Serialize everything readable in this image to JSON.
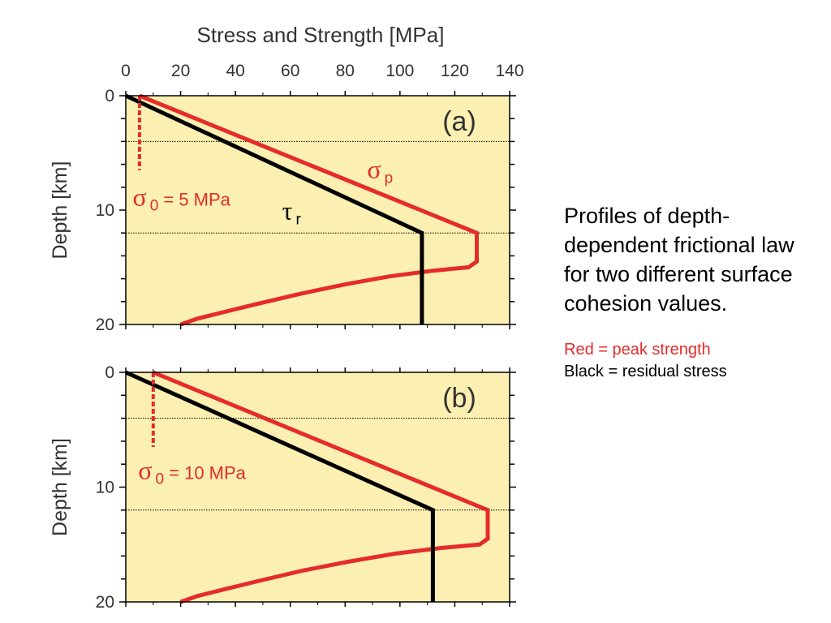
{
  "chart_data": [
    {
      "type": "line",
      "panel_label": "(a)",
      "xlabel": "Stress and Strength [MPa]",
      "ylabel": "Depth [km]",
      "xlim": [
        0,
        140
      ],
      "ylim": [
        0,
        20
      ],
      "y_inverted": true,
      "x_ticks": [
        0,
        20,
        40,
        60,
        80,
        100,
        120,
        140
      ],
      "y_ticks": [
        0,
        10,
        20
      ],
      "dotted_gridlines_depth": [
        4,
        12
      ],
      "background_color": "#fbf0b2",
      "series": [
        {
          "name": "σ p",
          "color": "#e52b2b",
          "x": [
            5,
            128,
            128,
            125,
            112,
            96,
            80,
            64,
            48,
            36,
            26,
            20
          ],
          "y": [
            0,
            12,
            14.5,
            15,
            15.3,
            15.8,
            16.5,
            17.3,
            18.2,
            18.9,
            19.5,
            20
          ]
        },
        {
          "name": "τ r",
          "color": "#000000",
          "x": [
            0,
            108,
            108
          ],
          "y": [
            0,
            12,
            20
          ]
        },
        {
          "name": "σ 0 = 5 MPa",
          "color": "#e52b2b",
          "dashed": true,
          "x": [
            5,
            5
          ],
          "y": [
            0,
            6.5
          ]
        }
      ],
      "annotations": {
        "sigma_p": {
          "symbol": "σ",
          "sub": "p",
          "x": 88,
          "y": 7.2
        },
        "tau_r": {
          "symbol": "τ",
          "sub": "r",
          "x": 57,
          "y": 10.8
        },
        "sigma_0": {
          "symbol": "σ",
          "sub": "0",
          "text": " = 5 MPa",
          "x": 2.5,
          "y": 9.6
        }
      }
    },
    {
      "type": "line",
      "panel_label": "(b)",
      "xlabel": "",
      "ylabel": "Depth [km]",
      "xlim": [
        0,
        140
      ],
      "ylim": [
        0,
        20
      ],
      "y_inverted": true,
      "x_ticks": [
        0,
        20,
        40,
        60,
        80,
        100,
        120,
        140
      ],
      "y_ticks": [
        0,
        10,
        20
      ],
      "dotted_gridlines_depth": [
        4,
        12
      ],
      "background_color": "#fbf0b2",
      "series": [
        {
          "name": "",
          "color": "#e52b2b",
          "x": [
            10,
            132,
            132,
            129,
            115,
            98,
            81,
            64,
            48,
            36,
            26,
            20
          ],
          "y": [
            0,
            12,
            14.5,
            15,
            15.3,
            15.8,
            16.5,
            17.3,
            18.2,
            18.9,
            19.5,
            20
          ]
        },
        {
          "name": "",
          "color": "#000000",
          "x": [
            0,
            112,
            112
          ],
          "y": [
            0,
            12,
            20
          ]
        },
        {
          "name": "σ 0 = 10 MPa",
          "color": "#e52b2b",
          "dashed": true,
          "x": [
            10,
            10
          ],
          "y": [
            0,
            6.5
          ]
        }
      ],
      "annotations": {
        "sigma_0": {
          "symbol": "σ",
          "sub": "0",
          "text": " = 10 MPa",
          "x": 4.5,
          "y": 9.3
        }
      }
    }
  ],
  "caption": {
    "main": "Profiles of depth-dependent frictional law for two different surface cohesion values.",
    "legend_red": "Red = peak strength",
    "legend_black": "Black = residual stress"
  },
  "colors": {
    "peak_strength": "#e52b2b",
    "residual_stress": "#000000",
    "panel_background": "#fbf0b2"
  }
}
